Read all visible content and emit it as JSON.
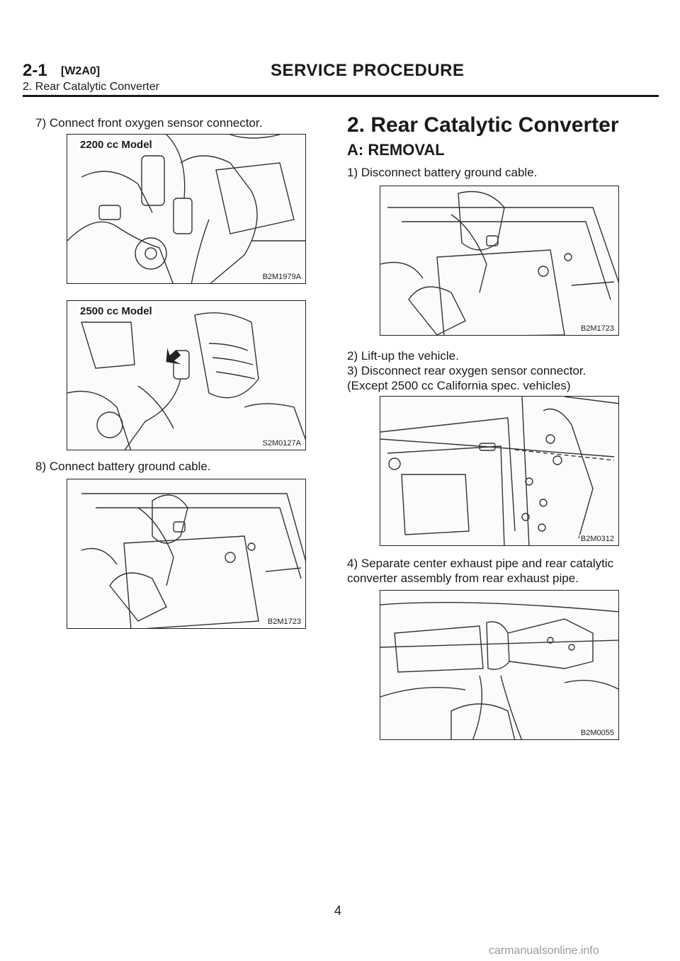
{
  "header": {
    "section_number": "2-1",
    "section_code": "[W2A0]",
    "title": "SERVICE PROCEDURE",
    "subtitle": "2. Rear Catalytic Converter"
  },
  "left_column": {
    "step7": "7) Connect front oxygen sensor connector.",
    "fig1": {
      "label": "2200 cc Model",
      "code": "B2M1979A"
    },
    "fig2": {
      "label": "2500 cc Model",
      "code": "S2M0127A"
    },
    "step8": "8) Connect battery ground cable.",
    "fig3": {
      "code": "B2M1723"
    }
  },
  "right_column": {
    "heading": "2. Rear Catalytic Converter",
    "subheading": "A: REMOVAL",
    "step1": "1) Disconnect battery ground cable.",
    "fig4": {
      "code": "B2M1723"
    },
    "step2": "2) Lift-up the vehicle.",
    "step3_line1": "3) Disconnect rear oxygen sensor connector.",
    "step3_line2": "(Except 2500 cc California spec. vehicles)",
    "fig5": {
      "code": "B2M0312"
    },
    "step4_line1": "4) Separate center exhaust pipe and rear catalytic",
    "step4_line2": "converter assembly from rear exhaust pipe.",
    "fig6": {
      "code": "B2M0055"
    }
  },
  "footer": {
    "page_number": "4",
    "watermark": "carmanualsonline.info"
  }
}
